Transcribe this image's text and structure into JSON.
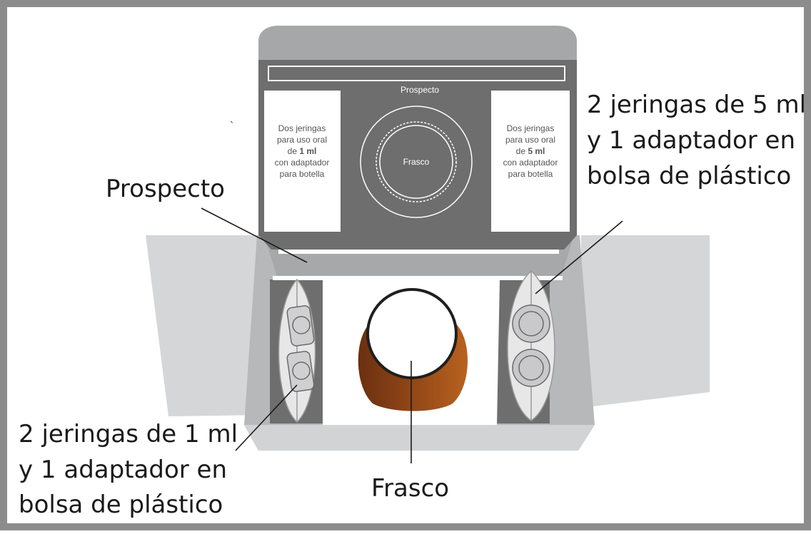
{
  "lid": {
    "center_title": "Prospecto",
    "bottle_label": "Frasco",
    "left_card_lines": [
      "Dos jeringas",
      "para uso oral",
      "de ",
      "1 ml",
      "con adaptador",
      "para botella"
    ],
    "right_card_lines": [
      "Dos jeringas",
      "para uso oral",
      "de ",
      "5 ml",
      "con adaptador",
      "para botella"
    ],
    "stray_mark": "`"
  },
  "callouts": {
    "prospecto": "Prospecto",
    "syringes_5ml": [
      "2 jeringas de 5 ml",
      "y 1 adaptador en",
      "bolsa de plástico"
    ],
    "syringes_1ml": [
      "2 jeringas de 1 ml",
      "y 1 adaptador en",
      "bolsa de plástico"
    ],
    "frasco": "Frasco"
  },
  "colors": {
    "frame": "#8c8c8c",
    "lid_dark": "#6d6e6d",
    "lid_tab": "#a6a7a8",
    "flap_light": "#d5d6d8",
    "box_gray": "#b7b8ba",
    "bottle_brown": "#a0521f"
  }
}
